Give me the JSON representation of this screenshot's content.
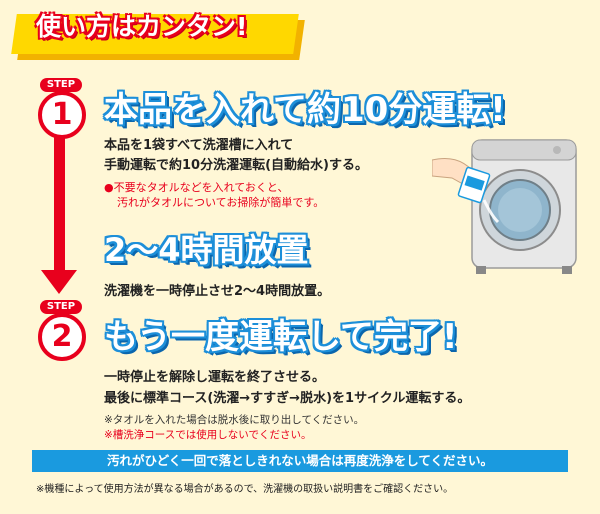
{
  "header": {
    "title": "使い方はカンタン!"
  },
  "colors": {
    "accent_red": "#e8001d",
    "title_blue": "#1d8fd9",
    "banner_blue": "#1a9adf",
    "header_yellow": "#ffd800",
    "background": "#fff7d6"
  },
  "steps": [
    {
      "label": "STEP",
      "number": "1"
    },
    {
      "label": "STEP",
      "number": "2"
    }
  ],
  "step1": {
    "title": "本品を入れて約10分運転!",
    "line1": "本品を1袋すべて洗濯槽に入れて",
    "line2": "手動運転で約10分洗濯運転(自動給水)する。",
    "warn1": "●不要なタオルなどを入れておくと、",
    "warn2": "汚れがタオルについてお掃除が簡単です。"
  },
  "middle": {
    "title": "2〜4時間放置",
    "line1": "洗濯機を一時停止させ2〜4時間放置。"
  },
  "step2": {
    "title": "もう一度運転して完了!",
    "line1": "一時停止を解除し運転を終了させる。",
    "line2": "最後に標準コース(洗濯→すすぎ→脱水)を1サイクル運転する。",
    "note1": "※タオルを入れた場合は脱水後に取り出してください。",
    "note2": "※槽洗浄コースでは使用しないでください。"
  },
  "banner": {
    "text": "汚れがひどく一回で落としきれない場合は再度洗浄をしてください。"
  },
  "footer": {
    "text": "※機種によって使用方法が異なる場合があるので、洗濯機の取扱い説明書をご確認ください。"
  },
  "illustration": {
    "icon": "washing-machine-icon"
  }
}
